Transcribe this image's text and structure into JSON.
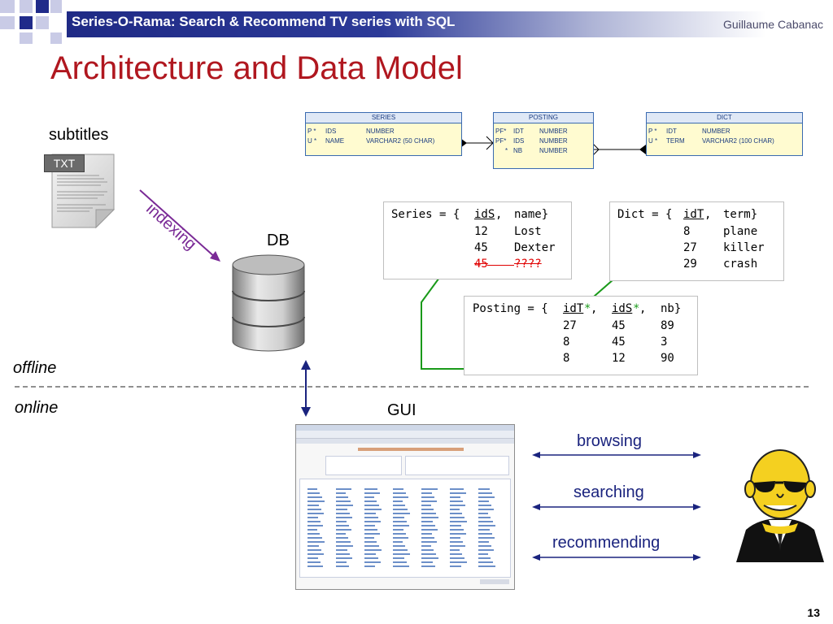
{
  "header": {
    "title": "Series-O-Rama: Search & Recommend TV series with SQL",
    "author": "Guillaume Cabanac"
  },
  "page_title": "Architecture and Data Model",
  "labels": {
    "subtitles": "subtitles",
    "txt": "TXT",
    "indexing": "indexing",
    "db": "DB",
    "offline": "offline",
    "online": "online",
    "gui": "GUI",
    "browsing": "browsing",
    "searching": "searching",
    "recommending": "recommending",
    "subset_symbol": "⊆"
  },
  "er_tables": {
    "series": {
      "name": "SERIES",
      "rows": [
        {
          "flags": "P *",
          "column": "IDS",
          "type": "NUMBER"
        },
        {
          "flags": "U *",
          "column": "NAME",
          "type": "VARCHAR2 (50 CHAR)"
        }
      ]
    },
    "posting": {
      "name": "POSTING",
      "rows": [
        {
          "flags": "PF*",
          "column": "IDT",
          "type": "NUMBER"
        },
        {
          "flags": "PF*",
          "column": "IDS",
          "type": "NUMBER"
        },
        {
          "flags": "*",
          "column": "NB",
          "type": "NUMBER"
        }
      ]
    },
    "dict": {
      "name": "DICT",
      "rows": [
        {
          "flags": "P *",
          "column": "IDT",
          "type": "NUMBER"
        },
        {
          "flags": "U *",
          "column": "TERM",
          "type": "VARCHAR2 (100 CHAR)"
        }
      ]
    }
  },
  "relations": {
    "series": {
      "prefix": "Series = {",
      "attr1": "idS",
      "attr2": "name}",
      "rows": [
        [
          "12",
          "Lost"
        ],
        [
          "45",
          "Dexter"
        ]
      ],
      "struck_row": [
        "45",
        "????"
      ]
    },
    "dict": {
      "prefix": "Dict = {",
      "attr1": "idT",
      "attr2": "term}",
      "rows": [
        [
          "8",
          "plane"
        ],
        [
          "27",
          "killer"
        ],
        [
          "29",
          "crash"
        ]
      ]
    },
    "posting": {
      "prefix": "Posting = {",
      "attr1": "idT",
      "attr2": "idS",
      "attr3": "nb}",
      "fk_mark": "*",
      "rows": [
        [
          "27",
          "45",
          "89"
        ],
        [
          "8",
          "45",
          "3"
        ],
        [
          "8",
          "12",
          "90"
        ]
      ]
    }
  },
  "colors": {
    "title": "#b0171f",
    "header_band": "#1f2a85",
    "indexing": "#7a2a96",
    "arrow_blue": "#1a237e",
    "green": "#1a9a1a",
    "strike": "#e00000"
  },
  "page_number": "13"
}
